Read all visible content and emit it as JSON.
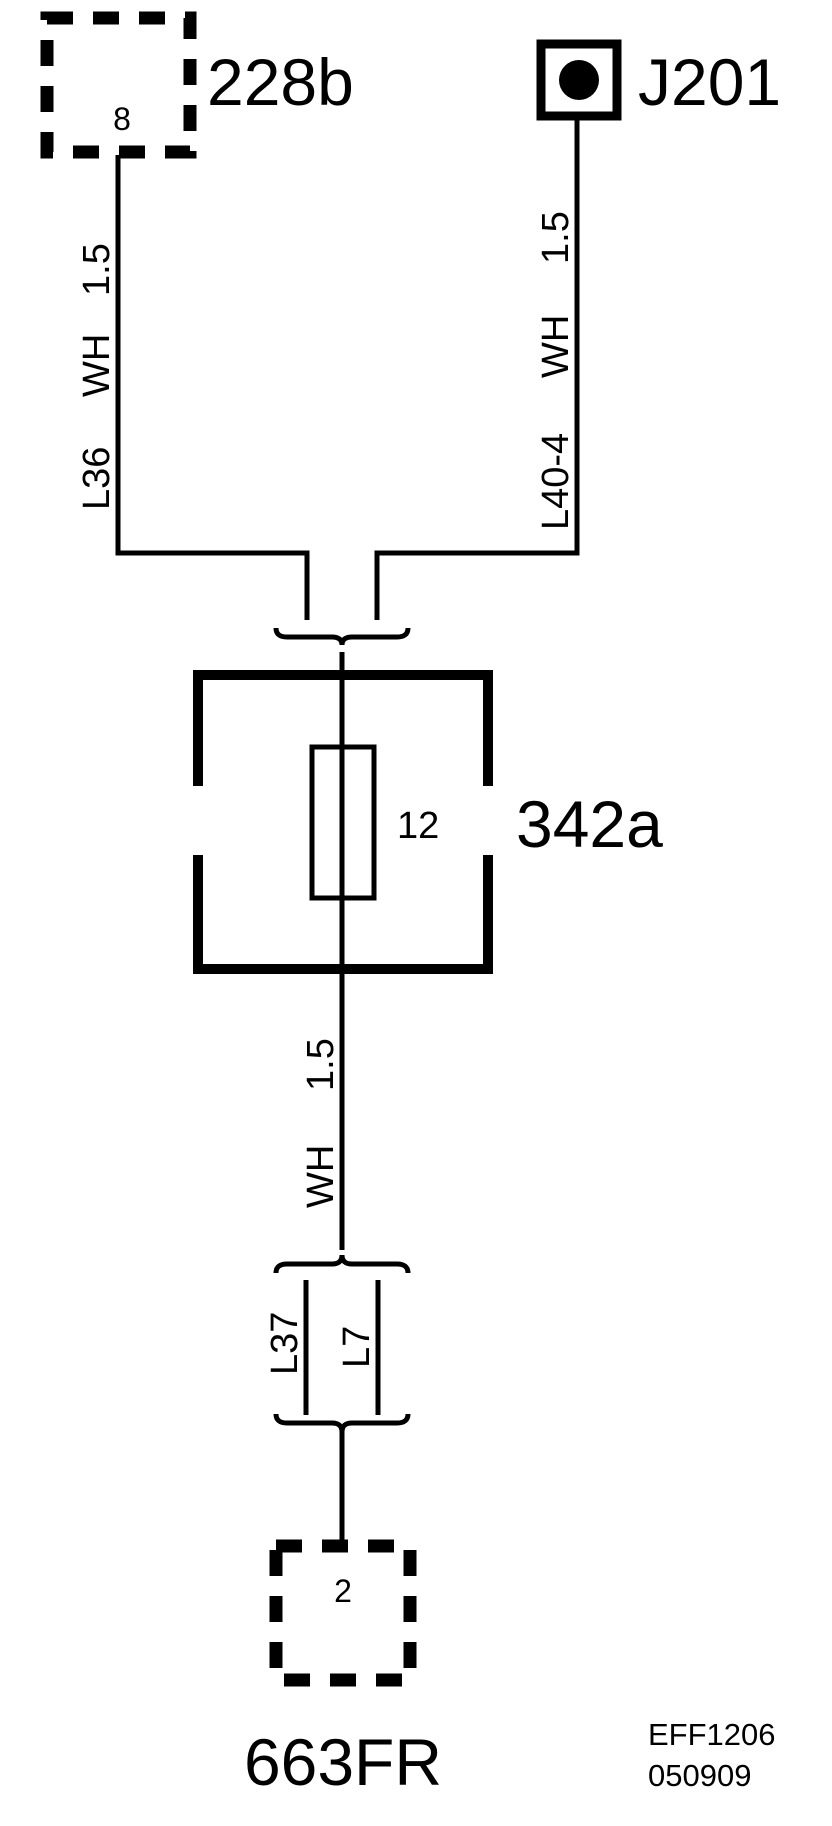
{
  "components": {
    "c228b": {
      "label": "228b",
      "pin": "8"
    },
    "j201": {
      "label": "J201"
    },
    "fuse_box": {
      "label": "342a",
      "fuse_number": "12"
    },
    "c663fr": {
      "label": "663FR",
      "pin": "2"
    }
  },
  "wires": {
    "left": {
      "id": "L36",
      "color": "WH",
      "gauge": "1.5"
    },
    "right": {
      "id": "L40-4",
      "color": "WH",
      "gauge": "1.5"
    },
    "lower": {
      "color": "WH",
      "gauge": "1.5"
    },
    "splice_left": {
      "id": "L37"
    },
    "splice_right": {
      "id": "L7"
    }
  },
  "footer": {
    "code": "EFF1206",
    "date": "050909"
  }
}
